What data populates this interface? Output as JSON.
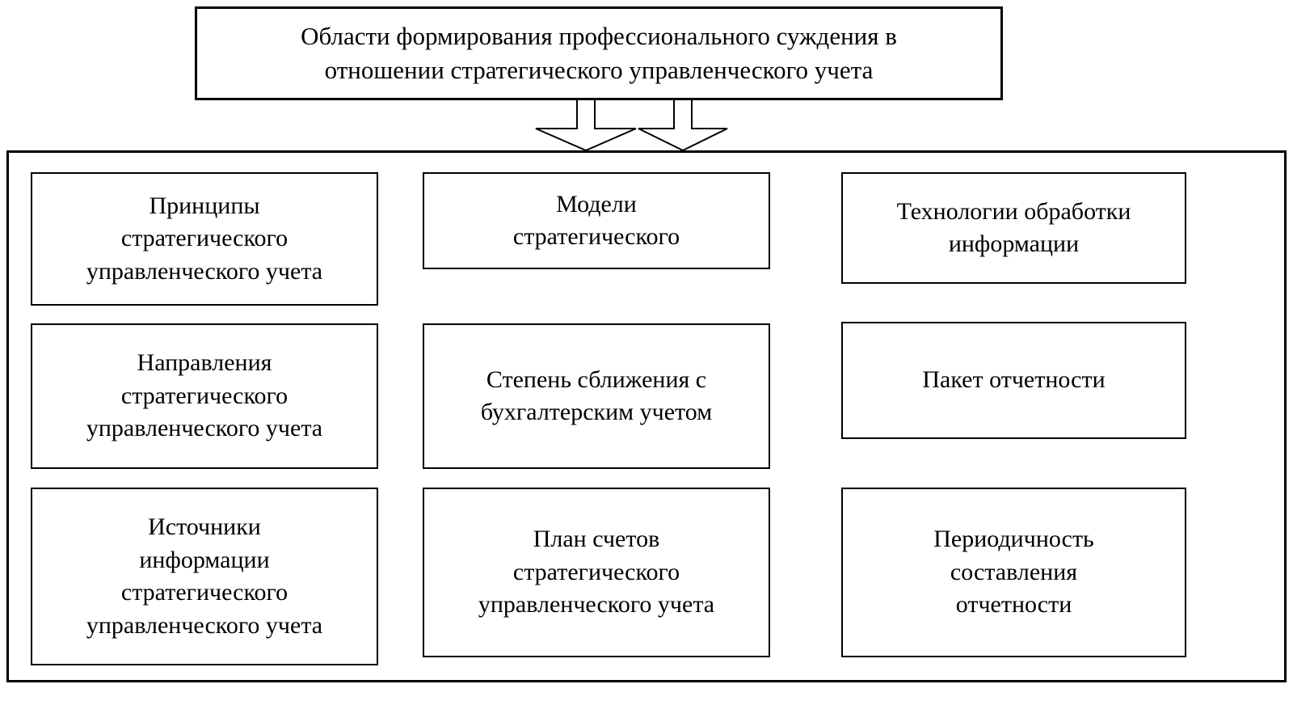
{
  "title": {
    "text": "Области формирования профессионального суждения в\nотношении стратегического управленческого учета"
  },
  "icons": {
    "down_arrow": "hollow-block-down-arrow"
  },
  "colors": {
    "border": "#000000",
    "background": "#ffffff",
    "text": "#000000"
  },
  "boxes": [
    {
      "id": "principles",
      "label": "Принципы\nстратегического\nуправленческого учета"
    },
    {
      "id": "models",
      "label": "Модели\nстратегического"
    },
    {
      "id": "technologies",
      "label": "Технологии обработки\nинформации"
    },
    {
      "id": "directions",
      "label": "Направления\nстратегического\nуправленческого учета"
    },
    {
      "id": "convergence",
      "label": "Степень сближения с\nбухгалтерским учетом"
    },
    {
      "id": "reporting-package",
      "label": "Пакет отчетности"
    },
    {
      "id": "information-sources",
      "label": "Источники\nинформации\nстратегического\nуправленческого учета"
    },
    {
      "id": "chart-of-accounts",
      "label": "План счетов\nстратегического\nуправленческого учета"
    },
    {
      "id": "reporting-periodicity",
      "label": "Периодичность\nсоставления\nотчетности"
    }
  ]
}
